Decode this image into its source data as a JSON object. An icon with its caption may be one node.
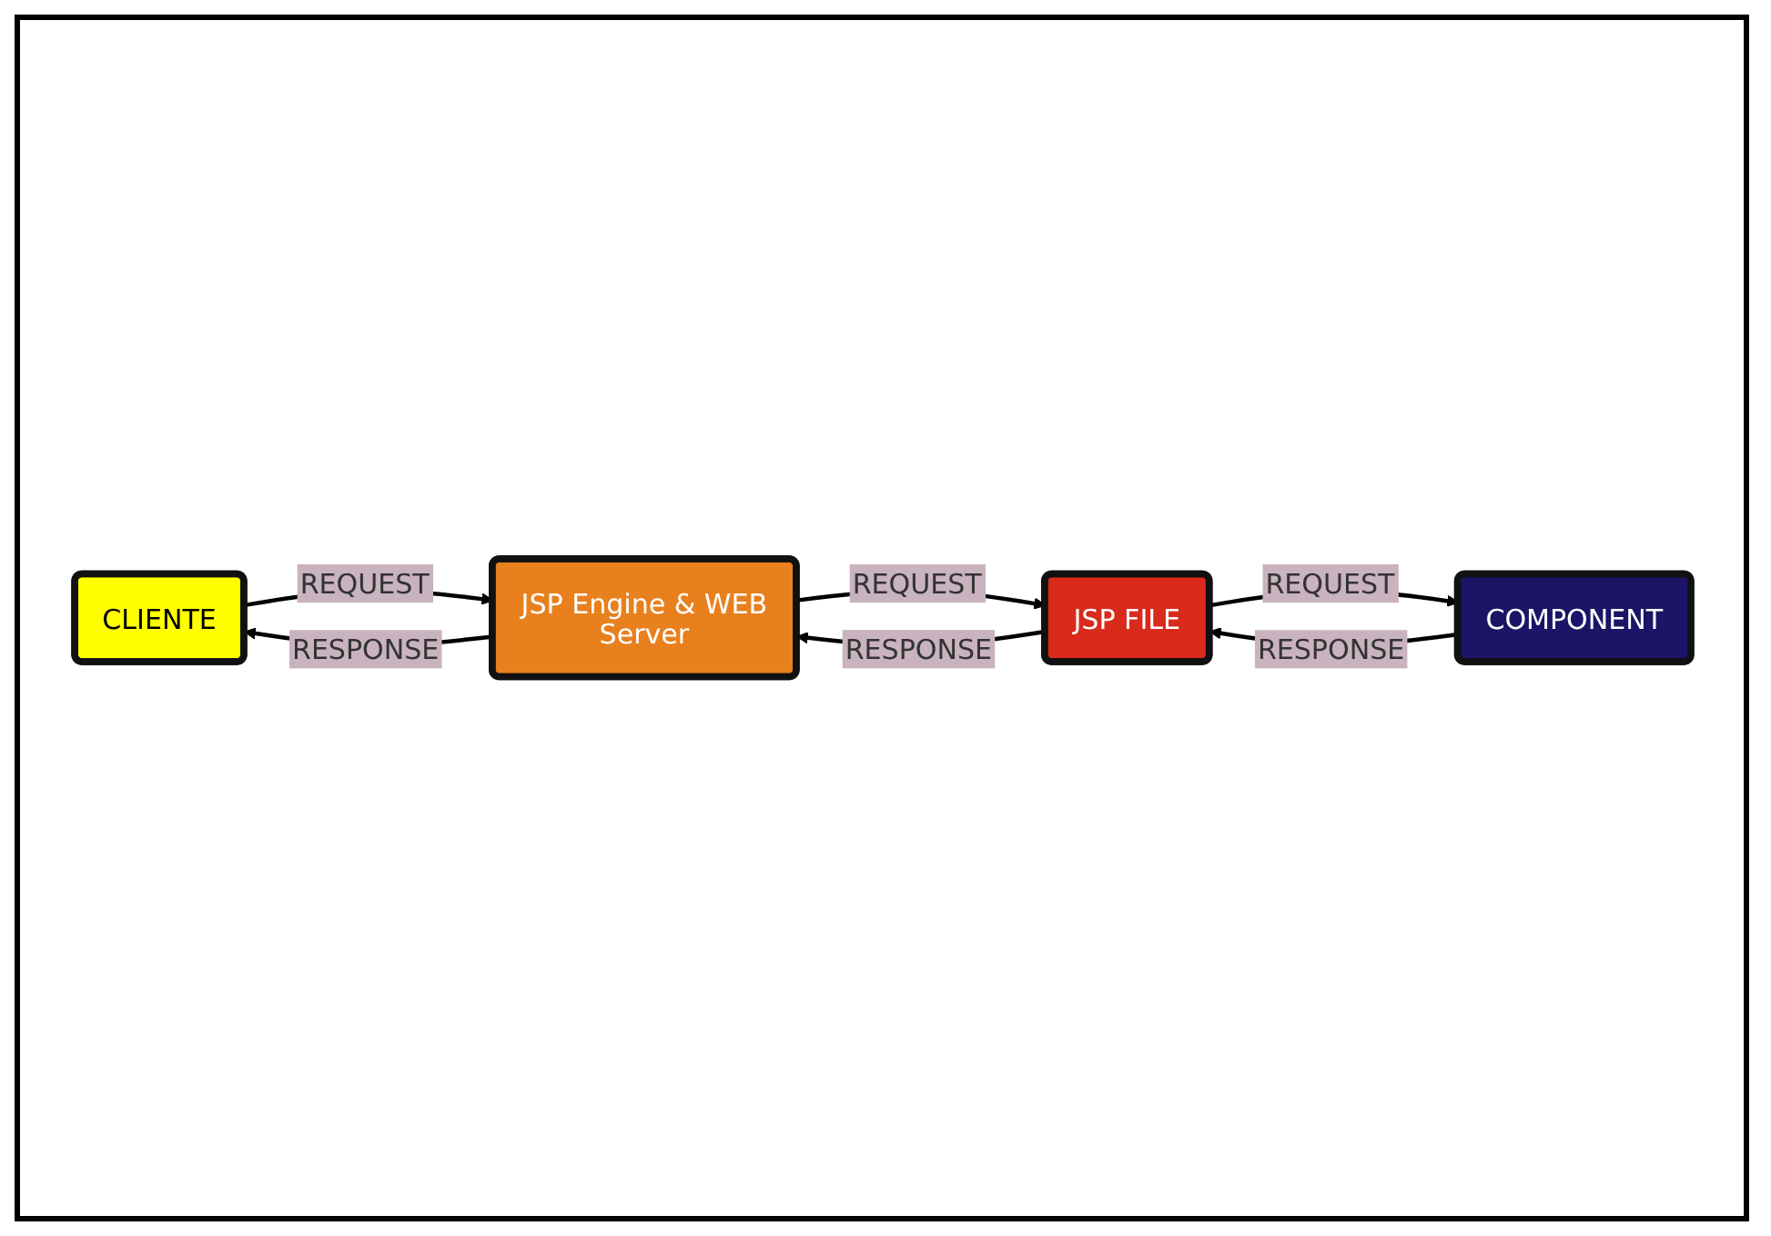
{
  "diagram": {
    "nodes": [
      {
        "text": [
          "CLIENTE"
        ]
      },
      {
        "text": [
          "JSP Engine & WEB Server"
        ]
      },
      {
        "text": [
          "JSP FILE"
        ]
      },
      {
        "text": [
          "COMPONENT"
        ]
      }
    ],
    "edges": [
      {
        "from": 0,
        "to": 1,
        "arrow": "to",
        "label": "REQUEST"
      },
      {
        "from": 1,
        "to": 0,
        "arrow": "to",
        "label": "RESPONSE"
      },
      {
        "from": 1,
        "to": 2,
        "arrow": "to",
        "label": "REQUEST"
      },
      {
        "from": 2,
        "to": 1,
        "arrow": "to",
        "label": "RESPONSE"
      },
      {
        "from": 2,
        "to": 3,
        "arrow": "to",
        "label": "REQUEST"
      },
      {
        "from": 3,
        "to": 2,
        "arrow": "to",
        "label": "RESPONSE"
      }
    ]
  }
}
